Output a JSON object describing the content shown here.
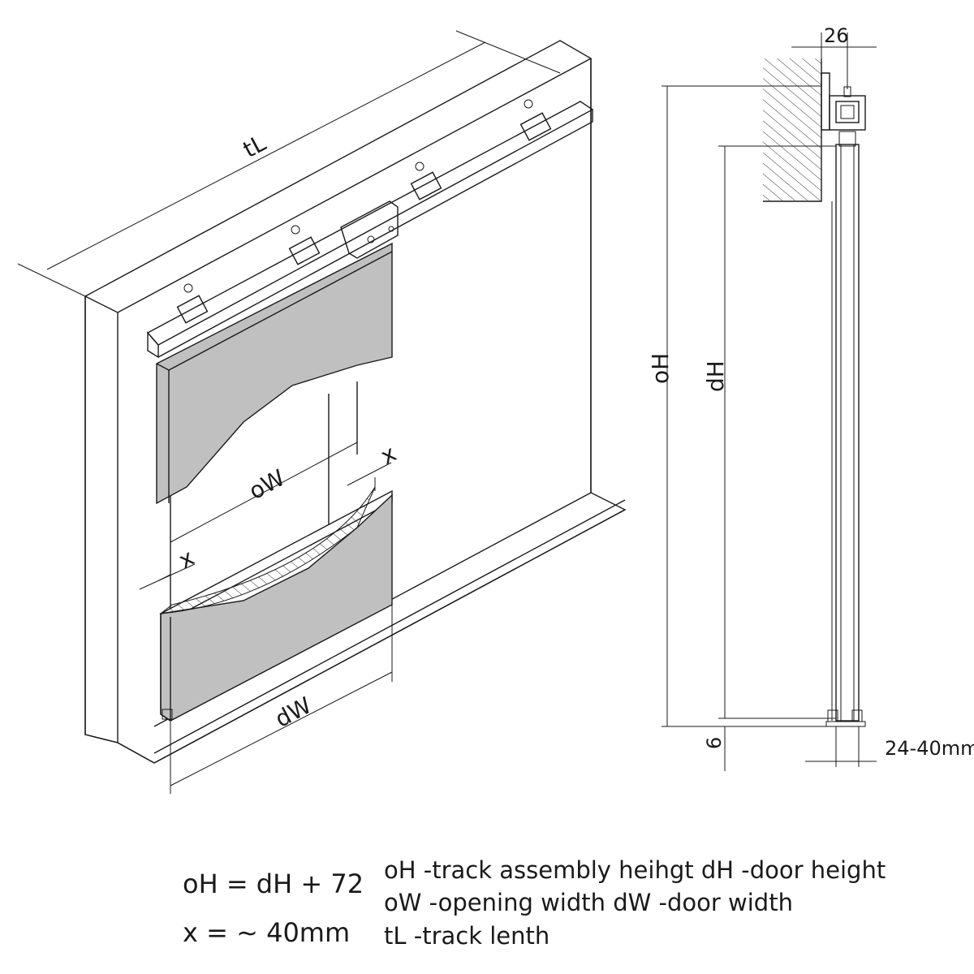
{
  "diagram": {
    "dimension_labels": {
      "track_length": "tL",
      "opening_width": "oW",
      "door_width": "dW",
      "overlap_left": "x",
      "overlap_right": "x",
      "opening_height": "oH",
      "door_height": "dH",
      "profile_width": "26",
      "floor_gap": "6",
      "door_thickness": "24-40mm"
    },
    "formulas": {
      "height_rule": "oH = dH + 72",
      "overlap_rule": "x = ∼ 40mm"
    },
    "legend": {
      "line1": "oH -track assembly heihgt dH -door height",
      "line2": "oW -opening width dW -door width",
      "line3": "tL -track lenth"
    }
  }
}
